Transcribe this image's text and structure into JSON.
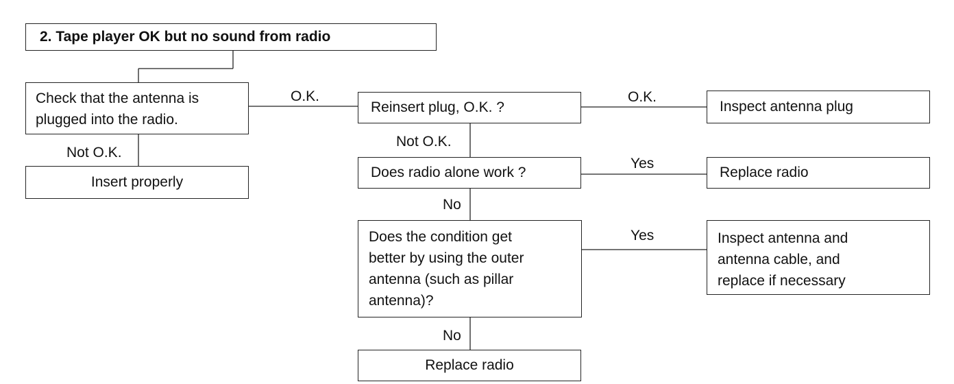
{
  "title": "2. Tape player OK but no sound from radio",
  "boxes": {
    "check_antenna": "Check that the antenna is\nplugged into the radio.",
    "insert_properly": "Insert properly",
    "reinsert_plug": "Reinsert plug, O.K. ?",
    "inspect_plug": "Inspect antenna plug",
    "radio_alone": "Does radio alone work ?",
    "replace_radio_1": "Replace radio",
    "outer_antenna": "Does the condition get\nbetter by using the outer\nantenna (such as pillar\nantenna)?",
    "inspect_cable": "Inspect antenna and\nantenna cable, and\nreplace if necessary",
    "replace_radio_2": "Replace radio"
  },
  "labels": {
    "ok_1": "O.K.",
    "not_ok_1": "Not O.K.",
    "ok_2": "O.K.",
    "not_ok_2": "Not O.K.",
    "yes_1": "Yes",
    "no_1": "No",
    "yes_2": "Yes",
    "no_2": "No"
  }
}
